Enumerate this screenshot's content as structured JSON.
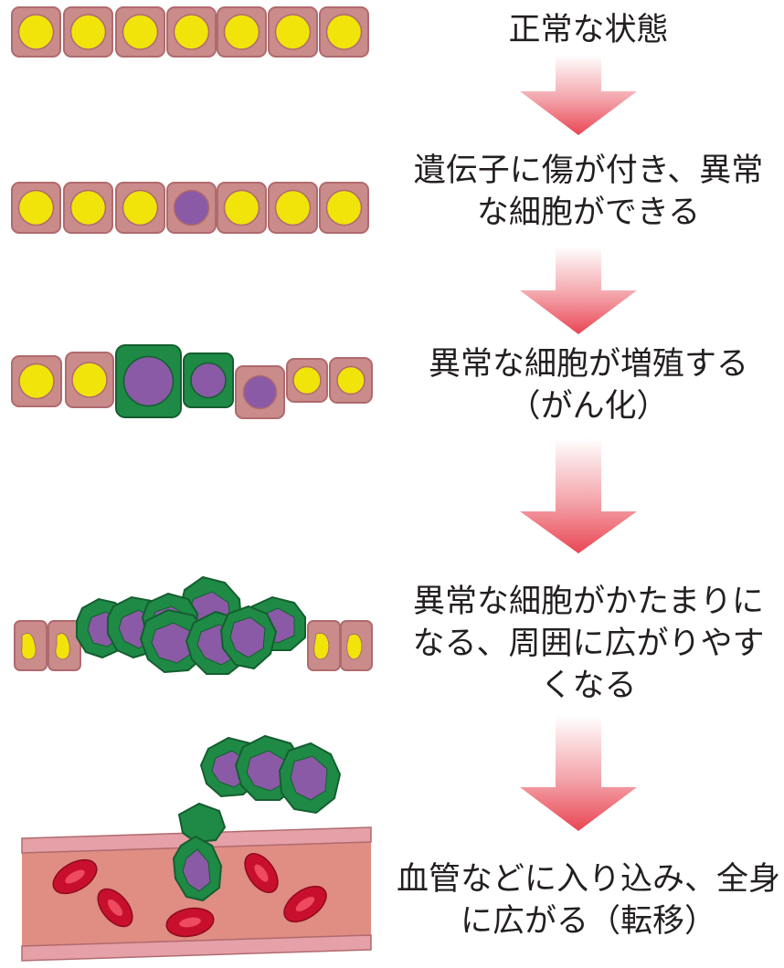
{
  "stages": [
    {
      "lines": [
        "正常な状態"
      ]
    },
    {
      "lines": [
        "遺伝子に傷が付き、異常",
        "な細胞ができる"
      ]
    },
    {
      "lines": [
        "異常な細胞が増殖する",
        "（がん化）"
      ]
    },
    {
      "lines": [
        "異常な細胞がかたまりに",
        "なる、周囲に広がりやす",
        "くなる"
      ]
    },
    {
      "lines": [
        "血管などに入り込み、全身",
        "に広がる（転移）"
      ]
    }
  ],
  "colors": {
    "cell_body": "#c98c8a",
    "cell_outline": "#b06a6e",
    "nucleus_normal": "#f0e40a",
    "nucleus_abnormal": "#8a5aa6",
    "cancer_cell": "#1f8a45",
    "cancer_cell_dark": "#145e30",
    "blood_vessel": "#e08d83",
    "red_blood_cell": "#c8102e",
    "arrow_top": "#ffffff",
    "arrow_bottom": "#e94654"
  }
}
